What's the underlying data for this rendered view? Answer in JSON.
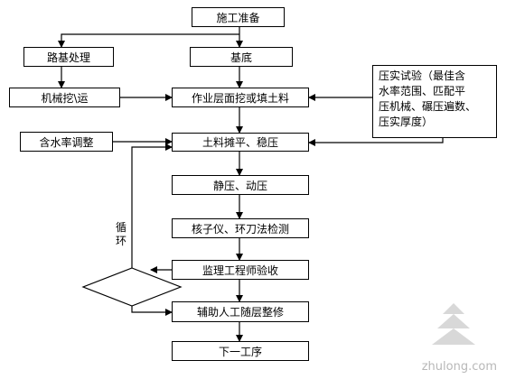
{
  "nodes": {
    "prep": "施工准备",
    "subgrade": "路基处理",
    "base": "基底",
    "excavate": "机械挖\\运",
    "layer": "作业层面挖或填土料",
    "moisture": "含水率调整",
    "spread": "土料摊平、稳压",
    "compact": "静压、动压",
    "test": "核子仪、环刀法检测",
    "accept": "监理工程师验收",
    "finish": "辅助人工随层整修",
    "next": "下一工序"
  },
  "trial": {
    "lines": [
      "压实试验（最佳含",
      "水率范围、匹配平",
      "压机械、碾压遍数、",
      "压实厚度）"
    ]
  },
  "loop_label": [
    "循",
    "环"
  ],
  "watermark": "zhulong.com",
  "colors": {
    "line": "#000000",
    "background": "#ffffff",
    "watermark": "#b8b8b8"
  }
}
